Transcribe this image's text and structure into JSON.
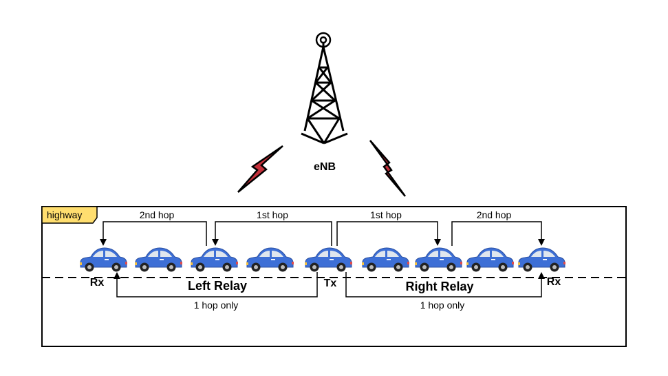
{
  "base_station": {
    "label": "eNB",
    "icon": "cell-tower-icon"
  },
  "signals": [
    {
      "icon": "lightning-bolt-icon",
      "color": "#c4303a"
    },
    {
      "icon": "lightning-bolt-icon",
      "color": "#c4303a"
    }
  ],
  "frame": {
    "tag": "highway",
    "tag_color": "#ffde6f"
  },
  "car_color": "#3d6fd6",
  "hops": [
    {
      "label": "2nd hop"
    },
    {
      "label": "1st hop"
    },
    {
      "label": "1st hop"
    },
    {
      "label": "2nd hop"
    }
  ],
  "roles": {
    "rx_left": "Rx",
    "tx": "Tx",
    "rx_right": "Rx"
  },
  "relays": {
    "left": "Left Relay",
    "right": "Right Relay"
  },
  "direct": {
    "left": "1 hop only",
    "right": "1 hop only"
  }
}
